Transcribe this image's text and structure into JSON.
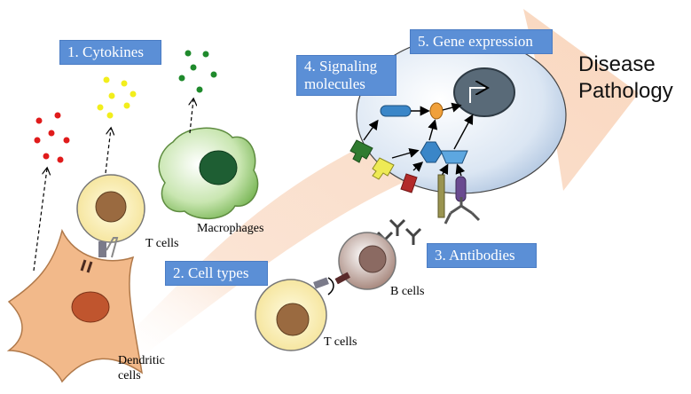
{
  "labels": {
    "cytokines": "1. Cytokines",
    "cell_types": "2. Cell types",
    "antibodies": "3. Antibodies",
    "signaling_line1": "4. Signaling",
    "signaling_line2": "molecules",
    "gene_expression": "5. Gene expression",
    "disease_line1": "Disease",
    "disease_line2": "Pathology",
    "t_cells_top": "T cells",
    "macrophages": "Macrophages",
    "b_cells": "B cells",
    "t_cells_bottom": "T cells",
    "dendritic_line1": "Dendritic",
    "dendritic_line2": "cells"
  },
  "colors": {
    "box_fill": "#5b8fd6",
    "arrow_fill": "#fbe3d2",
    "red_dots": "#e01b1b",
    "yellow_dots": "#f2ee1c",
    "green_dots": "#1f8a2c",
    "t_cell": "#fbf0b8",
    "macrophage": "#7fbf5a",
    "dendritic": "#f2b98a",
    "b_cell": "#b99a90",
    "nucleus_cell": "#c4d6ec"
  }
}
